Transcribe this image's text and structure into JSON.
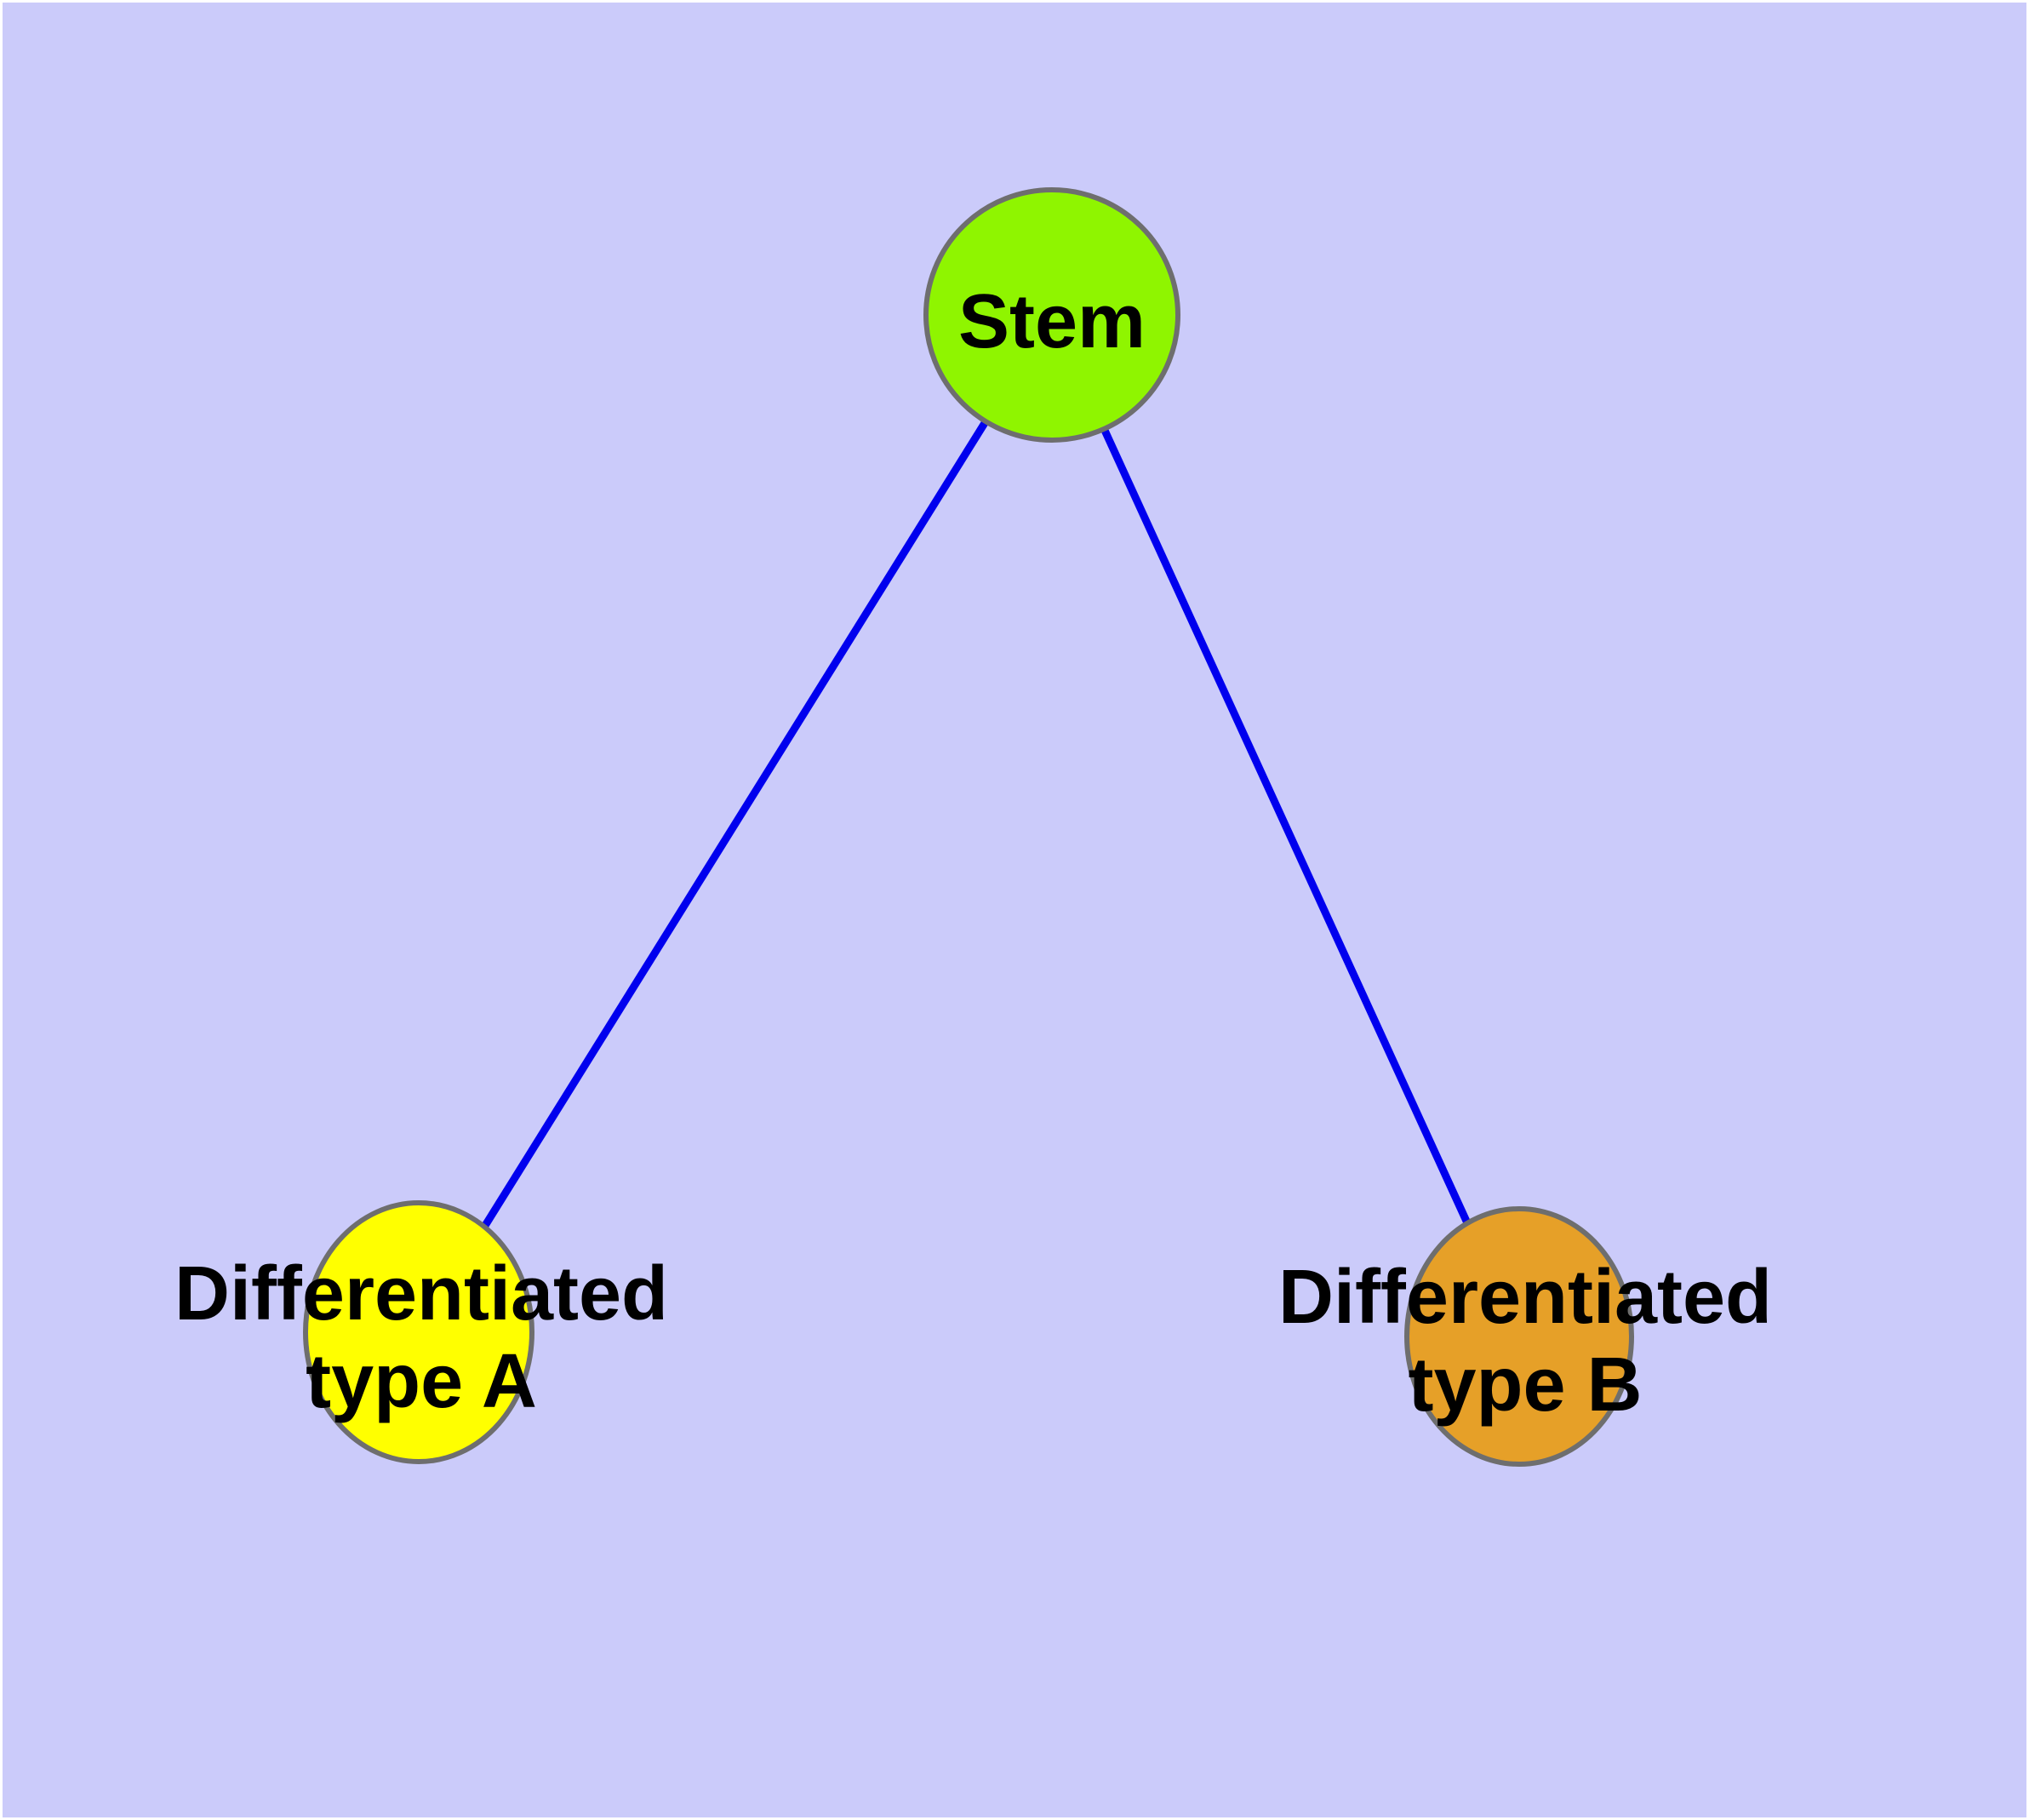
{
  "figure": {
    "type": "node-edge-graph",
    "background_color": "#CBCBFA",
    "frame_color": "#FFFFFF",
    "text_color": "#000000",
    "node_border_color": "#6E6E6E",
    "edge_color": "#0000EE",
    "nodes": [
      {
        "id": "stem",
        "label": "Stem",
        "fill": "#8FF500"
      },
      {
        "id": "differentiated-type-a",
        "label": "Differentiated type A",
        "lines": [
          "Differentiated",
          "type A"
        ],
        "fill": "#FFFF00"
      },
      {
        "id": "differentiated-type-b",
        "label": "Differentiated type B",
        "lines": [
          "Differentiated",
          "type B"
        ],
        "fill": "#E6A028"
      }
    ],
    "edges": [
      {
        "from": "Stem",
        "to": "Differentiated type A"
      },
      {
        "from": "Stem",
        "to": "Differentiated type B"
      }
    ]
  }
}
